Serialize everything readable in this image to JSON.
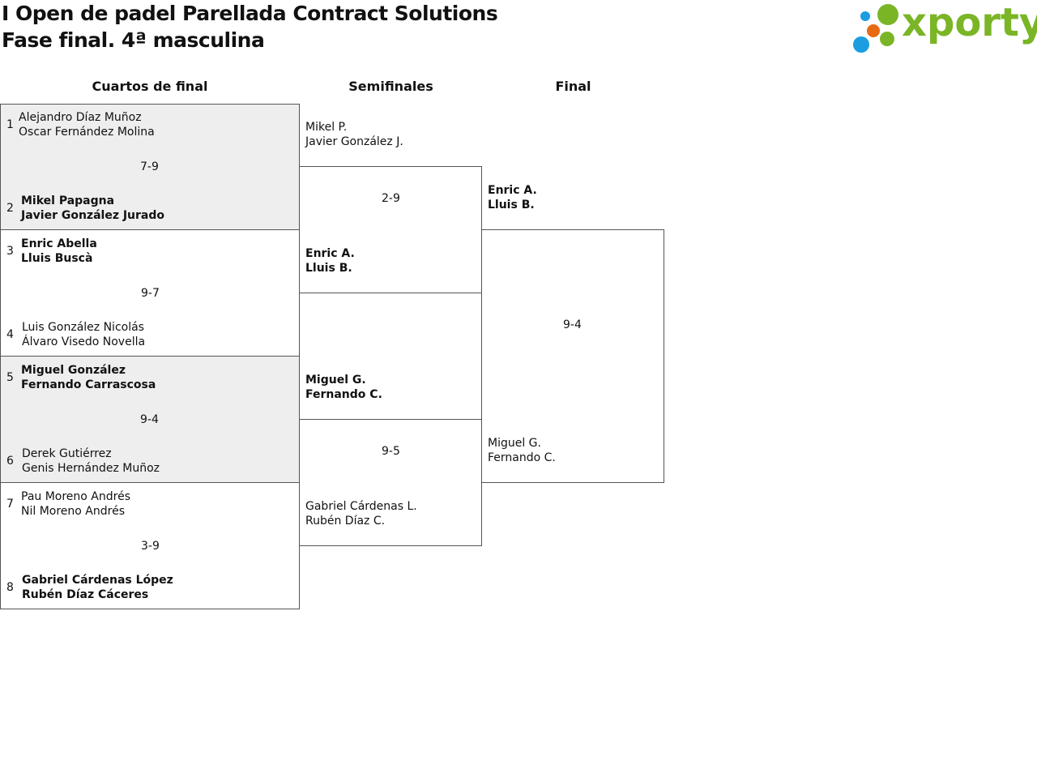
{
  "header": {
    "title_line1": "I Open de padel Parellada Contract Solutions",
    "title_line2": "Fase final. 4ª masculina",
    "logo_text": "xporty",
    "logo_colors": {
      "blue": "#1a9ee0",
      "orange": "#e86a12",
      "green": "#7ab526"
    }
  },
  "rounds": [
    "Cuartos de final",
    "Semifinales",
    "Final"
  ],
  "quarterfinals": [
    {
      "score": "7-9",
      "team1": {
        "seed": "1",
        "p1": "Alejandro Díaz Muñoz",
        "p2": "Oscar Fernández Molina"
      },
      "team2": {
        "seed": "2",
        "p1": "Mikel Papagna",
        "p2": "Javier González Jurado"
      }
    },
    {
      "score": "9-7",
      "team1": {
        "seed": "3",
        "p1": "Enric Abella",
        "p2": "Lluis Buscà"
      },
      "team2": {
        "seed": "4",
        "p1": "Luis González Nicolás",
        "p2": "Álvaro Visedo Novella"
      }
    },
    {
      "score": "9-4",
      "team1": {
        "seed": "5",
        "p1": "Miguel González",
        "p2": "Fernando Carrascosa"
      },
      "team2": {
        "seed": "6",
        "p1": "Derek Gutiérrez",
        "p2": "Genis Hernández Muñoz"
      }
    },
    {
      "score": "3-9",
      "team1": {
        "seed": "7",
        "p1": "Pau Moreno Andrés",
        "p2": "Nil Moreno Andrés"
      },
      "team2": {
        "seed": "8",
        "p1": "Gabriel Cárdenas López",
        "p2": "Rubén Díaz Cáceres"
      }
    }
  ],
  "semifinals": [
    {
      "score": "2-9",
      "team1": {
        "p1": "Mikel P.",
        "p2": "Javier González J."
      },
      "team2": {
        "p1": "Enric A.",
        "p2": "Lluis B."
      }
    },
    {
      "score": "9-5",
      "team1": {
        "p1": "Miguel G.",
        "p2": "Fernando C."
      },
      "team2": {
        "p1": "Gabriel Cárdenas L.",
        "p2": "Rubén Díaz C."
      }
    }
  ],
  "final": {
    "score": "9-4",
    "team1": {
      "p1": "Enric A.",
      "p2": "Lluis B."
    },
    "team2": {
      "p1": "Miguel G.",
      "p2": "Fernando C."
    }
  }
}
